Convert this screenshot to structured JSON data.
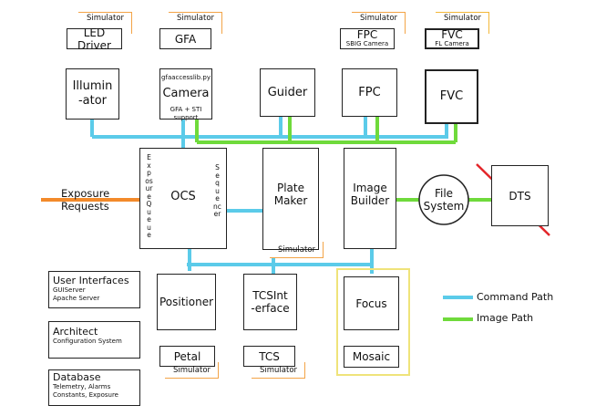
{
  "top_row": {
    "led_driver": {
      "label": "LED Driver",
      "sim": "Simulator"
    },
    "gfa": {
      "label": "GFA",
      "sim": "Simulator"
    },
    "fpc_sbig": {
      "label": "FPC",
      "sub": "SBIG Camera",
      "sim": "Simulator"
    },
    "fvc_fl": {
      "label": "FVC",
      "sub": "FL Camera",
      "sim": "Simulator"
    }
  },
  "second_row": {
    "illuminator": "Illumin\n-ator",
    "camera": {
      "top": "gfaaccesslib.py",
      "label": "Camera",
      "bottom": "GFA + STI support"
    },
    "guider": "Guider",
    "fpc": "FPC",
    "fvc": "FVC"
  },
  "middle": {
    "exposure_requests": "Exposure\nRequests",
    "ocs": "OCS",
    "exposure_queue": "Exposure Queue",
    "sequencer": "Sequencer",
    "plate_maker": "Plate\nMaker",
    "plate_maker_sim": "Simulator",
    "image_builder": "Image\nBuilder",
    "file_system": "File\nSystem",
    "dts": "DTS"
  },
  "bottom": {
    "positioner": "Positioner",
    "petal": "Petal",
    "petal_sim": "Simulator",
    "tcs_interface": "TCSInt\n-erface",
    "tcs": "TCS",
    "tcs_sim": "Simulator",
    "focus": "Focus",
    "mosaic": "Mosaic"
  },
  "side_panels": [
    {
      "title": "User Interfaces",
      "lines": "GUIServer\nApache Server"
    },
    {
      "title": "Architect",
      "lines": "Configuration System"
    },
    {
      "title": "Database",
      "lines": "Telemetry, Alarms\nConstants, Exposure"
    }
  ],
  "legend": {
    "command_path": "Command Path",
    "image_path": "Image Path"
  },
  "colors": {
    "command": "#5bcbe9",
    "image": "#6fda3b",
    "exposure": "#f38a2a",
    "simulator": "#f3a447",
    "focus_frame": "#efe37a",
    "dts_strike": "#e3262a"
  }
}
